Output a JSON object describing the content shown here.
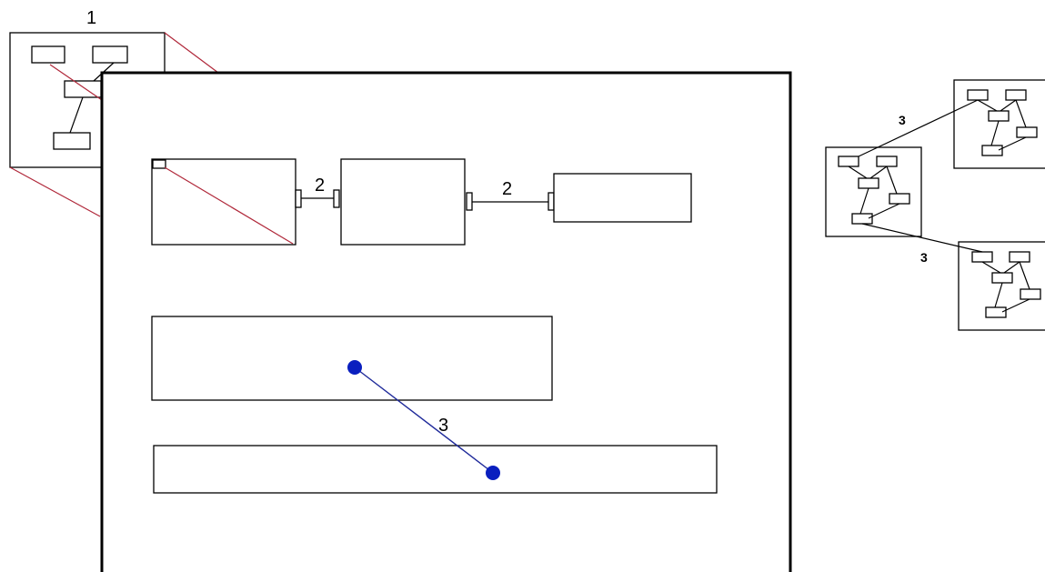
{
  "labels": {
    "top_left": "1",
    "connector_a": "2",
    "connector_b": "2",
    "inner_link": "3",
    "right_link_upper": "3",
    "right_link_lower": "3"
  },
  "colors": {
    "frame": "#000000",
    "diagonal": "#b0283a",
    "link": "#1f2a9a",
    "node_dot": "#0a1fbf"
  }
}
